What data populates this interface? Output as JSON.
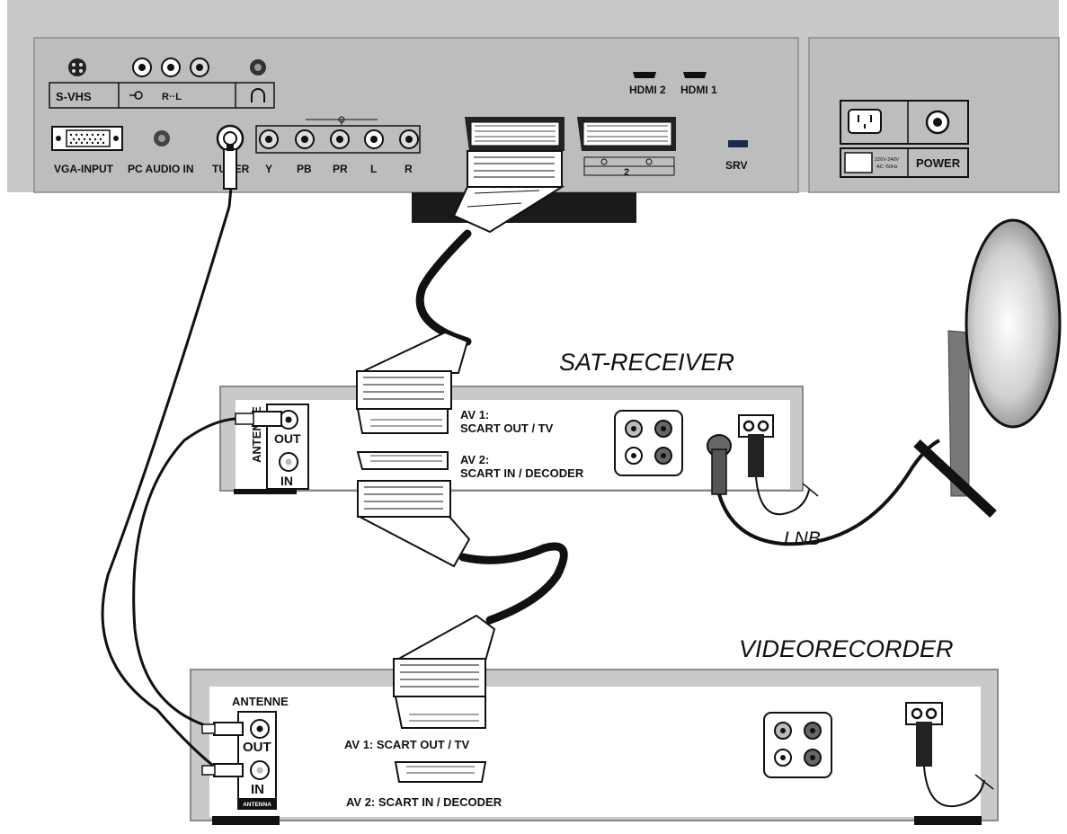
{
  "tv_panel": {
    "svhs_label": "S-VHS",
    "audio_rl_label": "R··L",
    "vga_label": "VGA-INPUT",
    "pc_audio_label": "PC AUDIO IN",
    "tuner_label": "TUNER",
    "comp_labels": [
      "Y",
      "PB",
      "PR",
      "L",
      "R"
    ],
    "hdmi2_label": "HDMI 2",
    "hdmi1_label": "HDMI 1",
    "scart2_label": "2",
    "srv_label": "SRV",
    "voltage_line1": "220V-240V",
    "voltage_line2": "AC~50Hz",
    "power_label": "POWER"
  },
  "sat_receiver": {
    "title": "SAT-RECEIVER",
    "antenna_label": "ANTENNE",
    "out_label": "OUT",
    "in_label": "IN",
    "av1_line1": "AV 1:",
    "av1_line2": "SCART OUT / TV",
    "av2_line1": "AV 2:",
    "av2_line2": "SCART IN / DECODER",
    "lnb_label": "LNB"
  },
  "videorecorder": {
    "title": "VIDEORECORDER",
    "antenna_label": "ANTENNE",
    "out_label": "OUT",
    "in_label": "IN",
    "antenna_badge": "ANTENNA",
    "av1_label": "AV 1: SCART OUT / TV",
    "av2_label": "AV 2: SCART IN / DECODER"
  }
}
